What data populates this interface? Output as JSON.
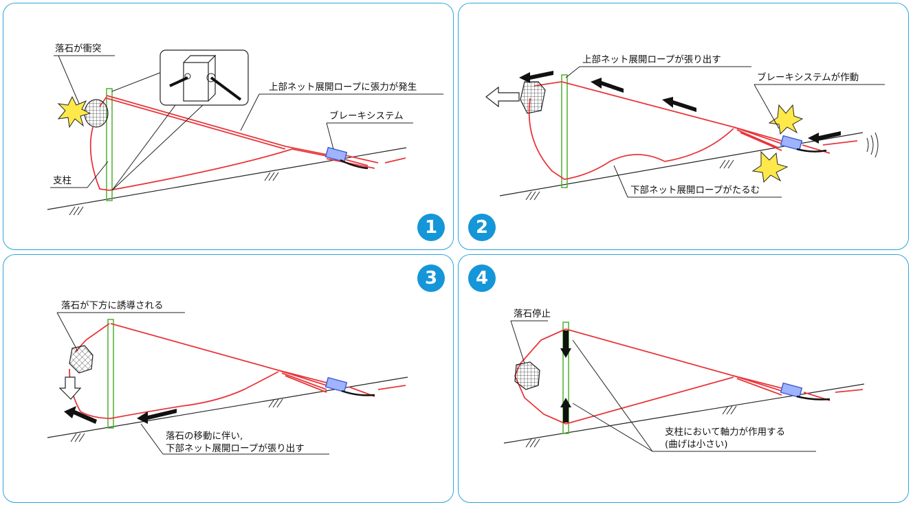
{
  "colors": {
    "border": "#2ea3dc",
    "badge": "#1596d8",
    "rope": "#e8353a",
    "post": "#4caf2d",
    "brake": "#3a5fd6",
    "impact": "#ffe94a"
  },
  "panels": [
    {
      "number": "1",
      "labels": {
        "rock_impact": "落石が衝突",
        "post": "支柱",
        "upper_tension": "上部ネット展開ロープに張力が発生",
        "brake": "ブレーキシステム"
      }
    },
    {
      "number": "2",
      "labels": {
        "upper_pull": "上部ネット展開ロープが張り出す",
        "brake_active": "ブレーキシステムが作動",
        "lower_slack": "下部ネット展開ロープがたるむ"
      }
    },
    {
      "number": "3",
      "labels": {
        "guided": "落石が下方に誘導される",
        "move_line1": "落石の移動に伴い,",
        "move_line2": "下部ネット展開ロープが張り出す"
      }
    },
    {
      "number": "4",
      "labels": {
        "stop": "落石停止",
        "axial_line1": "支柱において軸力が作用する",
        "axial_line2": "(曲げは小さい)"
      }
    }
  ]
}
